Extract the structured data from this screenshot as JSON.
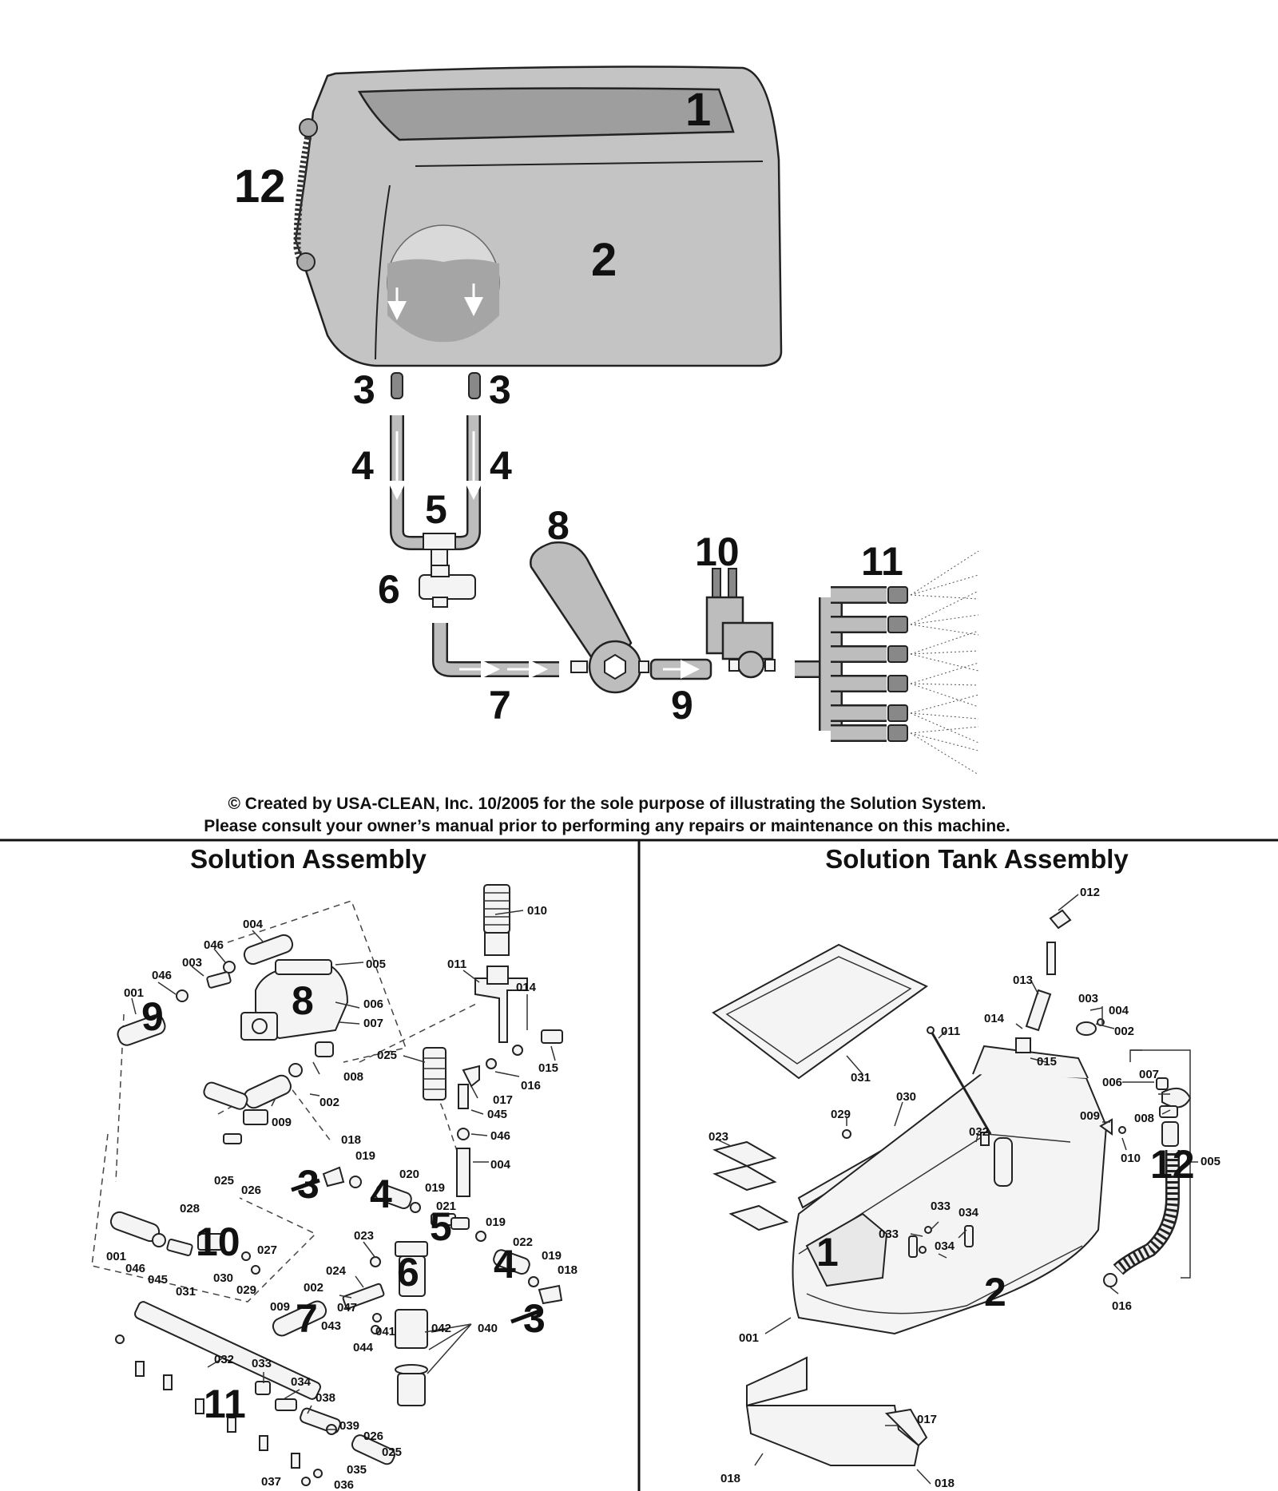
{
  "top": {
    "callouts": [
      "1",
      "2",
      "3",
      "3",
      "4",
      "4",
      "5",
      "6",
      "7",
      "8",
      "9",
      "10",
      "11",
      "12"
    ],
    "notice_line1": "© Created by USA-CLEAN, Inc. 10/2005 for the sole purpose of illustrating the Solution System.",
    "notice_line2": "Please consult your owner’s manual prior to performing any repairs or maintenance on this machine."
  },
  "left_panel": {
    "title": "Solution Assembly",
    "big_callouts": [
      "9",
      "8",
      "3",
      "4",
      "5",
      "10",
      "6",
      "4",
      "7",
      "3",
      "11"
    ],
    "part_numbers": [
      "004",
      "046",
      "003",
      "046",
      "001",
      "005",
      "006",
      "007",
      "010",
      "011",
      "014",
      "015",
      "025",
      "016",
      "017",
      "045",
      "046",
      "004",
      "008",
      "002",
      "009",
      "018",
      "019",
      "020",
      "019",
      "021",
      "019",
      "022",
      "019",
      "018",
      "025",
      "026",
      "028",
      "027",
      "001",
      "046",
      "045",
      "031",
      "030",
      "029",
      "023",
      "024",
      "002",
      "047",
      "009",
      "043",
      "044",
      "041",
      "042",
      "040",
      "032",
      "033",
      "034",
      "038",
      "039",
      "026",
      "025",
      "035",
      "036",
      "037"
    ]
  },
  "right_panel": {
    "title": "Solution Tank Assembly",
    "big_callouts": [
      "1",
      "2",
      "12"
    ],
    "part_numbers": [
      "012",
      "013",
      "003",
      "004",
      "002",
      "014",
      "015",
      "011",
      "031",
      "029",
      "030",
      "006",
      "007",
      "008",
      "023",
      "032",
      "009",
      "010",
      "005",
      "033",
      "034",
      "033",
      "034",
      "016",
      "001",
      "017",
      "018",
      "018"
    ]
  }
}
